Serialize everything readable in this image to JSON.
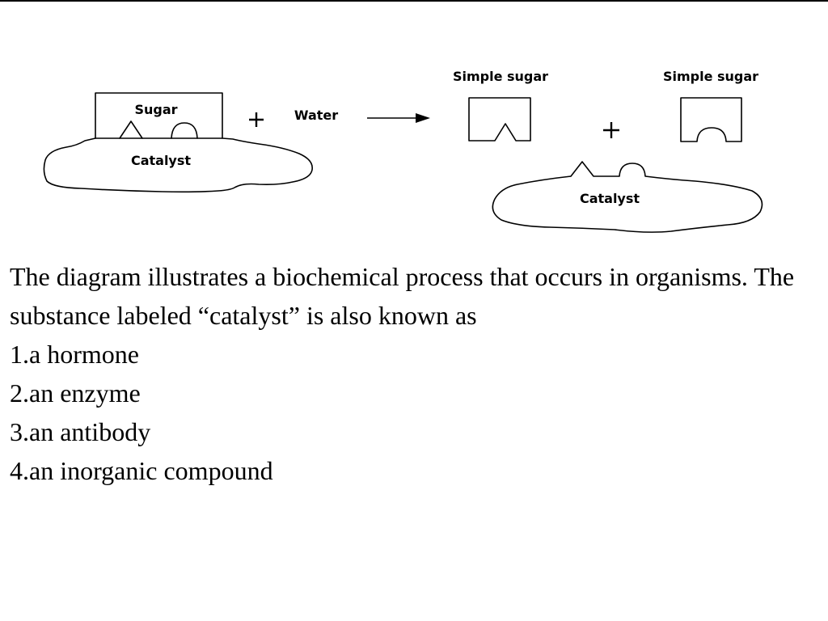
{
  "diagram": {
    "left": {
      "sugar_label": "Sugar",
      "catalyst_label": "Catalyst",
      "plus_symbol": "+",
      "water_label": "Water"
    },
    "right": {
      "simple_sugar_1_label": "Simple sugar",
      "simple_sugar_2_label": "Simple sugar",
      "plus_symbol": "+",
      "catalyst_label": "Catalyst"
    },
    "arrow_icon": "right-arrow-icon"
  },
  "question": {
    "stem": "The diagram illustrates a biochemical process that occurs in organisms.  The substance labeled “catalyst” is also known as",
    "options": [
      "1.a hormone",
      "2.an enzyme",
      "3.an antibody",
      "4.an inorganic compound"
    ]
  }
}
